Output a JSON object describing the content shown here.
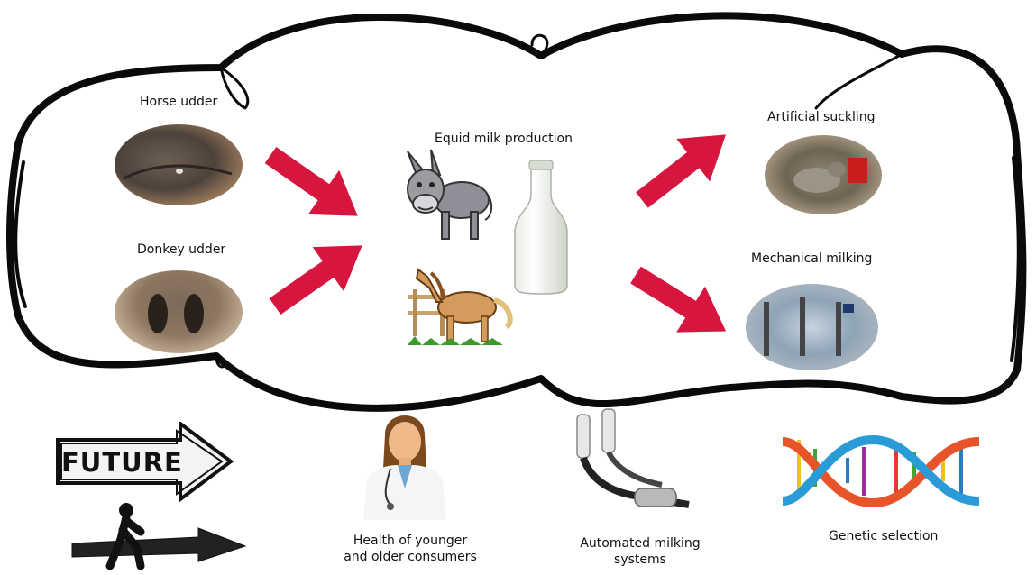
{
  "labels": {
    "horse_udder": "Horse udder",
    "donkey_udder": "Donkey udder",
    "equid_milk_production": "Equid milk production",
    "artificial_suckling": "Artificial suckling",
    "mechanical_milking": "Mechanical milking",
    "future": "FUTURE",
    "health_line1": "Health of younger",
    "health_line2": "and older consumers",
    "automated_line1": "Automated milking",
    "automated_line2": "systems",
    "genetic_selection": "Genetic selection"
  },
  "colors": {
    "arrow": "#d6163f",
    "frame": "#0a0a0a"
  }
}
